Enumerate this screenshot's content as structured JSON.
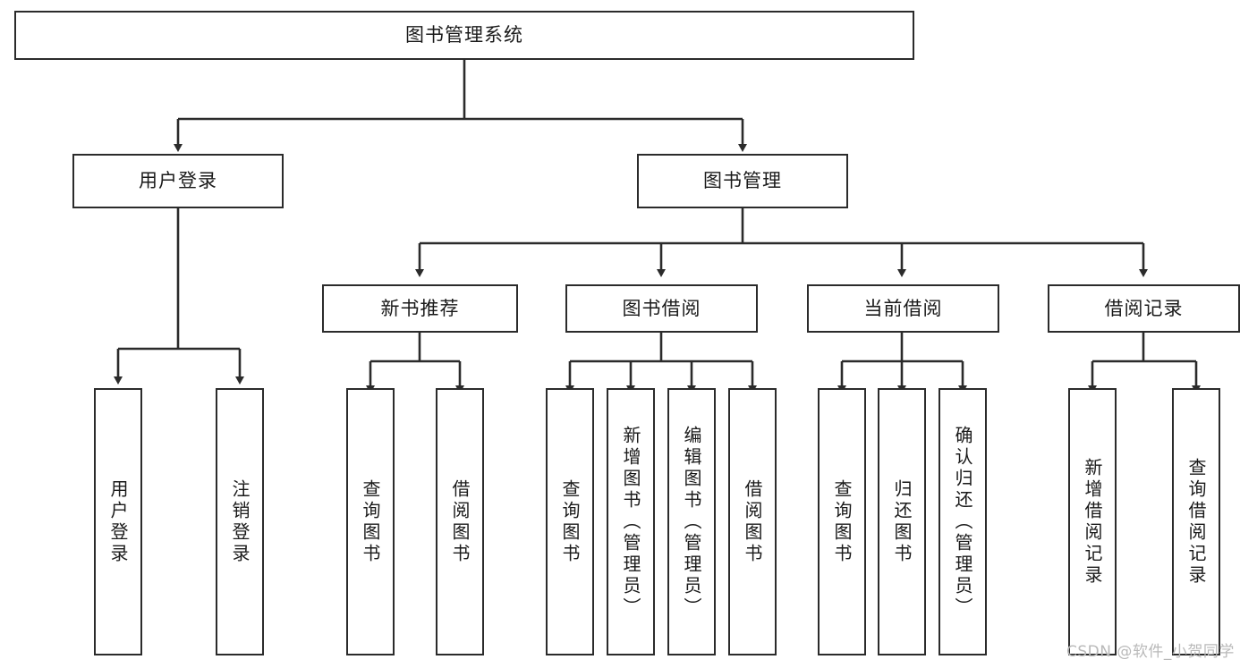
{
  "diagram": {
    "type": "hierarchical-function-tree",
    "title": "图书管理系统",
    "orientation": "top-down",
    "colors": {
      "stroke": "#2b2b2b",
      "fill": "#ffffff",
      "text": "#1a1a1a",
      "watermark": "#b9b9b9"
    },
    "levels": {
      "root": {
        "label": "图书管理系统"
      },
      "level2": [
        {
          "id": "user-login",
          "label": "用户登录"
        },
        {
          "id": "book-manage",
          "label": "图书管理"
        }
      ],
      "level3": [
        {
          "id": "new-book-recommend",
          "label": "新书推荐",
          "parent": "book-manage"
        },
        {
          "id": "book-borrow",
          "label": "图书借阅",
          "parent": "book-manage"
        },
        {
          "id": "current-borrow",
          "label": "当前借阅",
          "parent": "book-manage"
        },
        {
          "id": "borrow-record",
          "label": "借阅记录",
          "parent": "book-manage"
        }
      ],
      "leaves": [
        {
          "id": "leaf-user-login",
          "label": "用户登录",
          "parent": "user-login"
        },
        {
          "id": "leaf-user-logout",
          "label": "注销登录",
          "parent": "user-login"
        },
        {
          "id": "leaf-query-book-1",
          "label": "查询图书",
          "parent": "new-book-recommend"
        },
        {
          "id": "leaf-borrow-book-1",
          "label": "借阅图书",
          "parent": "new-book-recommend"
        },
        {
          "id": "leaf-query-book-2",
          "label": "查询图书",
          "parent": "book-borrow"
        },
        {
          "id": "leaf-add-book",
          "label": "新增图书（管理员）",
          "parent": "book-borrow"
        },
        {
          "id": "leaf-edit-book",
          "label": "编辑图书（管理员）",
          "parent": "book-borrow"
        },
        {
          "id": "leaf-borrow-book-2",
          "label": "借阅图书",
          "parent": "book-borrow"
        },
        {
          "id": "leaf-query-book-3",
          "label": "查询图书",
          "parent": "current-borrow"
        },
        {
          "id": "leaf-return-book",
          "label": "归还图书",
          "parent": "current-borrow"
        },
        {
          "id": "leaf-confirm-return",
          "label": "确认归还（管理员）",
          "parent": "current-borrow"
        },
        {
          "id": "leaf-add-record",
          "label": "新增借阅记录",
          "parent": "borrow-record"
        },
        {
          "id": "leaf-query-record",
          "label": "查询借阅记录",
          "parent": "borrow-record"
        }
      ]
    },
    "watermark": "CSDN @软件_小贺同学"
  }
}
